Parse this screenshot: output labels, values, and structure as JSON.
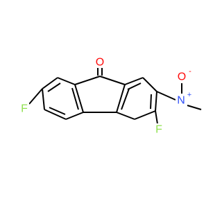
{
  "molecule": {
    "atoms": {
      "carbonyl_oxygen": {
        "symbol": "O",
        "color": "#ff0d0d"
      },
      "left_fluorine": {
        "symbol": "F",
        "color": "#90e050"
      },
      "right_fluorine": {
        "symbol": "F",
        "color": "#90e050"
      },
      "nitro_nitrogen": {
        "symbol": "N",
        "charge": "+",
        "color": "#3050f8"
      },
      "nitro_oxygen": {
        "symbol": "O",
        "charge": "-",
        "color": "#ff0d0d"
      }
    },
    "bond_color": "#000000"
  }
}
